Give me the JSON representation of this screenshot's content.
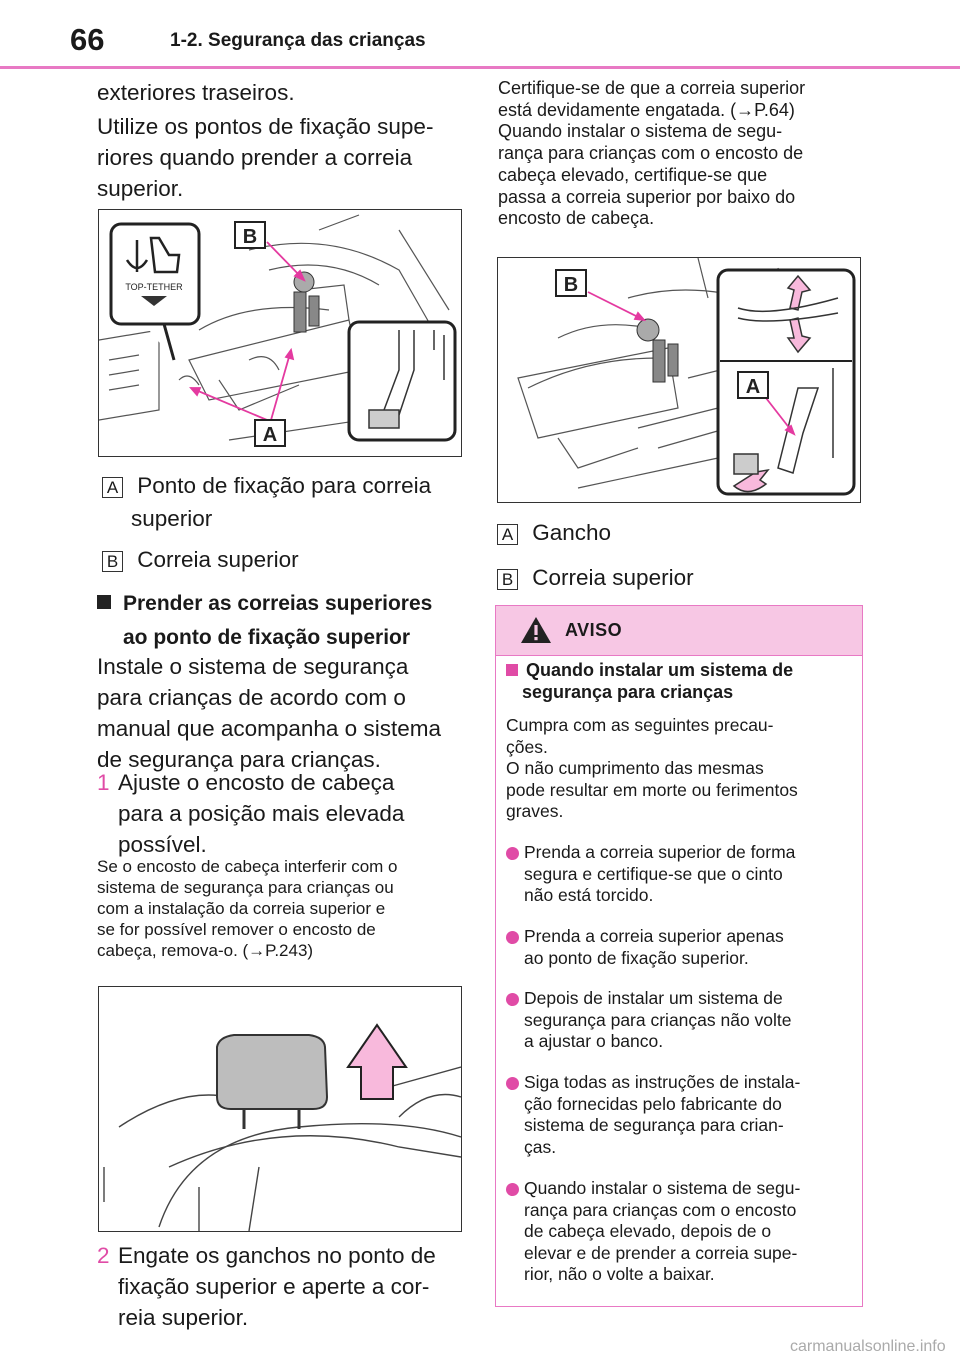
{
  "header": {
    "page_number": "66",
    "section": "1-2. Segurança das crianças"
  },
  "left": {
    "intro_lines": [
      "exteriores traseiros.",
      "Utilize os pontos de fixação supe-",
      "riores quando prender a correia",
      "superior."
    ],
    "fig1": {
      "tether_label": "TOP-TETHER",
      "callout_a": "A",
      "callout_b": "B"
    },
    "legend": [
      {
        "key": "A",
        "lines": [
          "Ponto de fixação para correia",
          "superior"
        ]
      },
      {
        "key": "B",
        "lines": [
          "Correia superior"
        ]
      }
    ],
    "heading_lines": [
      "Prender as correias superiores",
      "ao ponto de fixação superior"
    ],
    "body_lines": [
      "Instale o sistema de segurança",
      "para crianças de acordo com o",
      "manual que acompanha o sistema",
      "de segurança para crianças."
    ],
    "step1": {
      "num": "1",
      "lines": [
        "Ajuste o encosto de cabeça",
        "para a posição mais elevada",
        "possível."
      ]
    },
    "note_lines": [
      "Se o encosto de cabeça interferir com o",
      "sistema de segurança para crianças ou",
      "com a instalação da correia superior e",
      "se for possível remover o encosto de",
      "cabeça, remova-o. (→P.243)"
    ],
    "step2": {
      "num": "2",
      "lines": [
        "Engate os ganchos no ponto de",
        "fixação superior e aperte a cor-",
        "reia superior."
      ]
    }
  },
  "right": {
    "intro_lines": [
      "Certifique-se de que a correia superior",
      "está devidamente engatada. (→P.64)",
      "Quando instalar o sistema de segu-",
      "rança para crianças com o encosto de",
      "cabeça elevado, certifique-se que",
      "passa a correia superior por baixo do",
      "encosto de cabeça."
    ],
    "fig2": {
      "callout_a": "A",
      "callout_b": "B"
    },
    "legend": [
      {
        "key": "A",
        "lines": [
          "Gancho"
        ]
      },
      {
        "key": "B",
        "lines": [
          "Correia superior"
        ]
      }
    ]
  },
  "warning": {
    "title": "AVISO",
    "heading_lines": [
      "Quando instalar um sistema de",
      "segurança para crianças"
    ],
    "intro_lines": [
      "Cumpra com as seguintes precau-",
      "ções.",
      "O não cumprimento das mesmas",
      "pode resultar em morte ou ferimentos",
      "graves."
    ],
    "bullets": [
      [
        "Prenda a correia superior de forma",
        "segura e certifique-se que o cinto",
        "não está torcido."
      ],
      [
        "Prenda a correia superior apenas",
        "ao ponto de fixação superior."
      ],
      [
        "Depois de instalar um sistema de",
        "segurança para crianças não volte",
        "a ajustar o banco."
      ],
      [
        "Siga todas as instruções de instala-",
        "ção fornecidas pelo fabricante do",
        "sistema de segurança para crian-",
        "ças."
      ],
      [
        "Quando instalar o sistema de segu-",
        "rança para crianças com o encosto",
        "de cabeça elevado, depois de o",
        "elevar e de prender a correia supe-",
        "rior, não o volte a baixar."
      ]
    ]
  },
  "footer": {
    "watermark": "carmanualsonline.info"
  },
  "colors": {
    "accent": "#e879c4",
    "warning_bg": "#f7c7e4",
    "arrow_fill": "#f8b9dc",
    "bullet": "#e04ba6"
  }
}
